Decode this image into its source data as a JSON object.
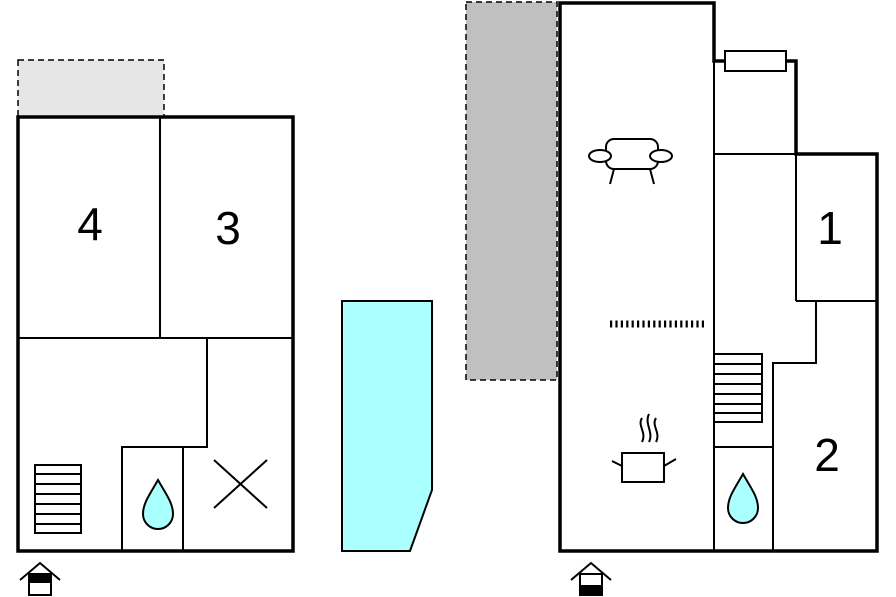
{
  "floor_plan": {
    "ground_floor": {
      "rooms": [
        {
          "label": "4"
        },
        {
          "label": "3"
        }
      ],
      "icons": [
        "stairs-icon",
        "bathroom-water-drop-icon",
        "empty-cross-icon",
        "entrance-house-icon"
      ],
      "terrace_fill": "#e6e6e6"
    },
    "pool": {
      "fill": "#aaffff"
    },
    "upper_floor": {
      "rooms": [
        {
          "label": "1"
        },
        {
          "label": "2"
        }
      ],
      "icons": [
        "sofa-icon",
        "kitchen-pot-icon",
        "stairs-icon",
        "bathroom-water-drop-icon",
        "entrance-house-icon"
      ],
      "terrace_fill": "#c0c0c0"
    },
    "colors": {
      "wall": "#000000",
      "water": "#aaffff",
      "light_terrace": "#e6e6e6",
      "dark_terrace": "#c0c0c0"
    }
  }
}
